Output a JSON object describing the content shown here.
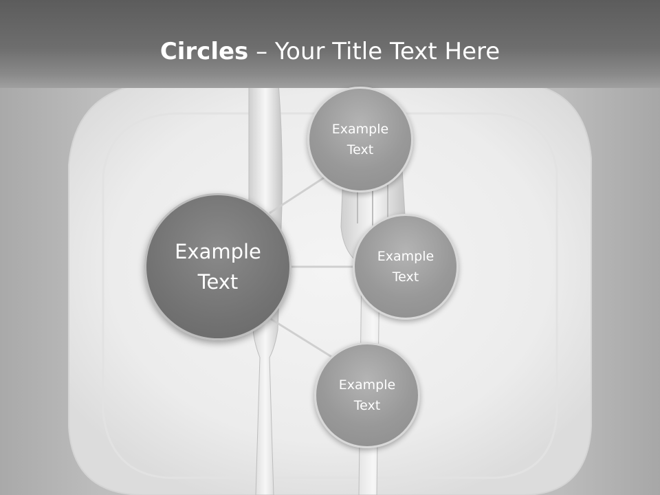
{
  "title": {
    "bold": "Circles",
    "rest": " – Your Title Text Here"
  },
  "main_circle": {
    "label": "Example\nText"
  },
  "satellites": [
    {
      "label": "Example\nText"
    },
    {
      "label": "Example\nText"
    },
    {
      "label": "Example\nText"
    }
  ],
  "colors": {
    "title_text": "#ffffff",
    "main_circle": "#737373",
    "small_circle": "#999999",
    "connector": "#cfcfcf"
  }
}
